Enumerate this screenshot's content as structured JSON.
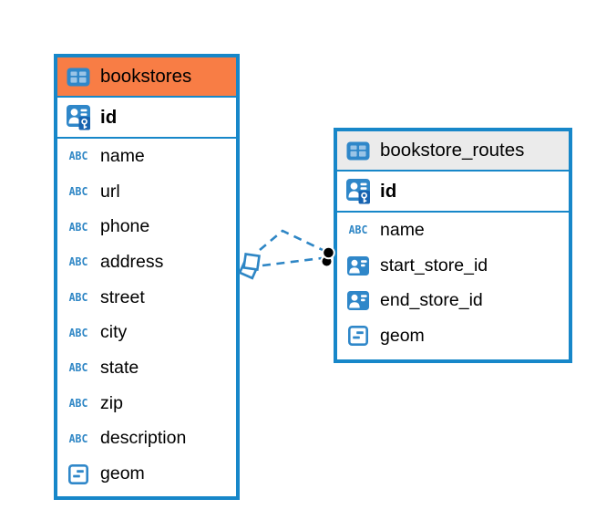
{
  "canvas": {
    "background": "#FFFFFF"
  },
  "colors": {
    "table_border": "#1787C9",
    "relation_blue": "#2E86C5",
    "bookstores_header_bg": "#F87D45",
    "routes_header_bg": "#EBEBEB",
    "icon_blue": "#2F87C9",
    "icon_cell_light": "#9AC4E6",
    "key_badge_blue": "#1763B0",
    "text_color": "#000000"
  },
  "icons": {
    "table-icon": "blue rounded square with 2x2 grid of table cells",
    "primary-key-icon": "blue card with person silhouette, text lines and key badge",
    "foreign-key-icon": "blue card with person silhouette and text lines",
    "text-type-icon": "blue ABC letters",
    "geometry-type-icon": "blue outlined rounded square with two horizontal dashes"
  },
  "tables": [
    {
      "title": "bookstores",
      "header_style": "orange",
      "primary_key": {
        "name": "id",
        "icon": "primary-key-icon"
      },
      "columns": [
        {
          "name": "name",
          "icon": "text-type-icon"
        },
        {
          "name": "url",
          "icon": "text-type-icon"
        },
        {
          "name": "phone",
          "icon": "text-type-icon"
        },
        {
          "name": "address",
          "icon": "text-type-icon"
        },
        {
          "name": "street",
          "icon": "text-type-icon"
        },
        {
          "name": "city",
          "icon": "text-type-icon"
        },
        {
          "name": "state",
          "icon": "text-type-icon"
        },
        {
          "name": "zip",
          "icon": "text-type-icon"
        },
        {
          "name": "description",
          "icon": "text-type-icon"
        },
        {
          "name": "geom",
          "icon": "geometry-type-icon"
        }
      ]
    },
    {
      "title": "bookstore_routes",
      "header_style": "gray",
      "primary_key": {
        "name": "id",
        "icon": "primary-key-icon"
      },
      "columns": [
        {
          "name": "name",
          "icon": "text-type-icon"
        },
        {
          "name": "start_store_id",
          "icon": "foreign-key-icon"
        },
        {
          "name": "end_store_id",
          "icon": "foreign-key-icon"
        },
        {
          "name": "geom",
          "icon": "geometry-type-icon"
        }
      ]
    }
  ],
  "relations": [
    {
      "from_table": "bookstore_routes",
      "from_column": "start_store_id",
      "to_table": "bookstores",
      "to_column": "id",
      "style": "dashed"
    },
    {
      "from_table": "bookstore_routes",
      "from_column": "end_store_id",
      "to_table": "bookstores",
      "to_column": "id",
      "style": "dashed"
    }
  ]
}
